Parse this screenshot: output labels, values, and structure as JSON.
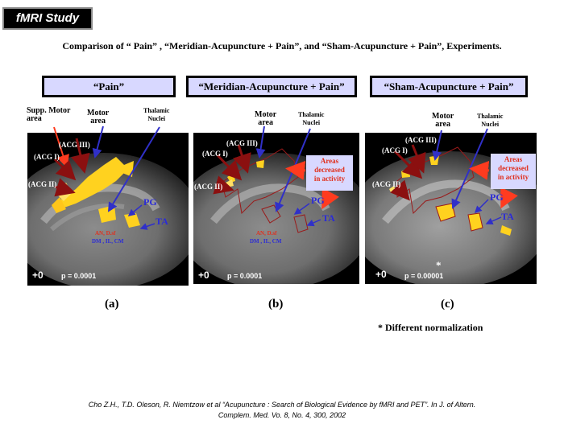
{
  "badge": "fMRI  Study",
  "subtitle": "Comparison of  “ Pain” , “Meridian-Acupuncture + Pain”,  and  “Sham-Acupuncture + Pain”, Experiments.",
  "panels": [
    {
      "label": "“Pain”",
      "caption": "(a)",
      "p_value": "p = 0.0001",
      "offset": "+0",
      "regions": {
        "supp_motor": "Supp. Motor\narea",
        "motor": "Motor\narea",
        "thalamic": "Thalamic\nNuclei",
        "acg3": "(ACG  III)",
        "acg1": "(ACG I)",
        "acg2": "(ACG II)",
        "pg": "PG",
        "ta": "TA",
        "nuclei_red": "AN, D.sf",
        "nuclei_blue": "DM , IL, CM"
      }
    },
    {
      "label": "“Meridian-Acupuncture + Pain”",
      "caption": "(b)",
      "p_value": "p = 0.0001",
      "offset": "+0",
      "callout": "Areas\ndecreased\nin activity",
      "regions": {
        "motor": "Motor\narea",
        "thalamic": "Thalamic\nNuclei",
        "acg3": "(ACG III)",
        "acg1": "(ACG I)",
        "acg2": "(ACG II)",
        "pg": "PG",
        "ta": "TA",
        "nuclei_red": "AN, D.sf",
        "nuclei_blue": "DM , IL, CM"
      }
    },
    {
      "label": "“Sham-Acupuncture + Pain”",
      "caption": "(c)",
      "p_value": "p = 0.00001",
      "offset": "+0",
      "marker": "*",
      "callout": "Areas\ndecreased\nin activity",
      "regions": {
        "motor": "Motor\narea",
        "thalamic": "Thalamic\nNuclei",
        "acg3": "(ACG III)",
        "acg1": "(ACG I)",
        "acg2": "(ACG II)",
        "pg": "PG",
        "ta": "TA"
      }
    }
  ],
  "footnote": "*  Different  normalization",
  "citation_line1": "Cho Z.H., T.D. Oleson, R. Niemtzow et al  “Acupuncture : Search of Biological Evidence by fMRI and PET”. In J. of Altern.",
  "citation_line2": "Complem. Med. Vo. 8, No. 4, 300, 2002",
  "colors": {
    "label_fill": "#d8d8ff",
    "activation": "#ffd21f",
    "arrow_red": "#8b1010",
    "arrow_orange": "#ff3b1f",
    "arrow_blue": "#3030c8",
    "contour": "#9a1a1a"
  }
}
